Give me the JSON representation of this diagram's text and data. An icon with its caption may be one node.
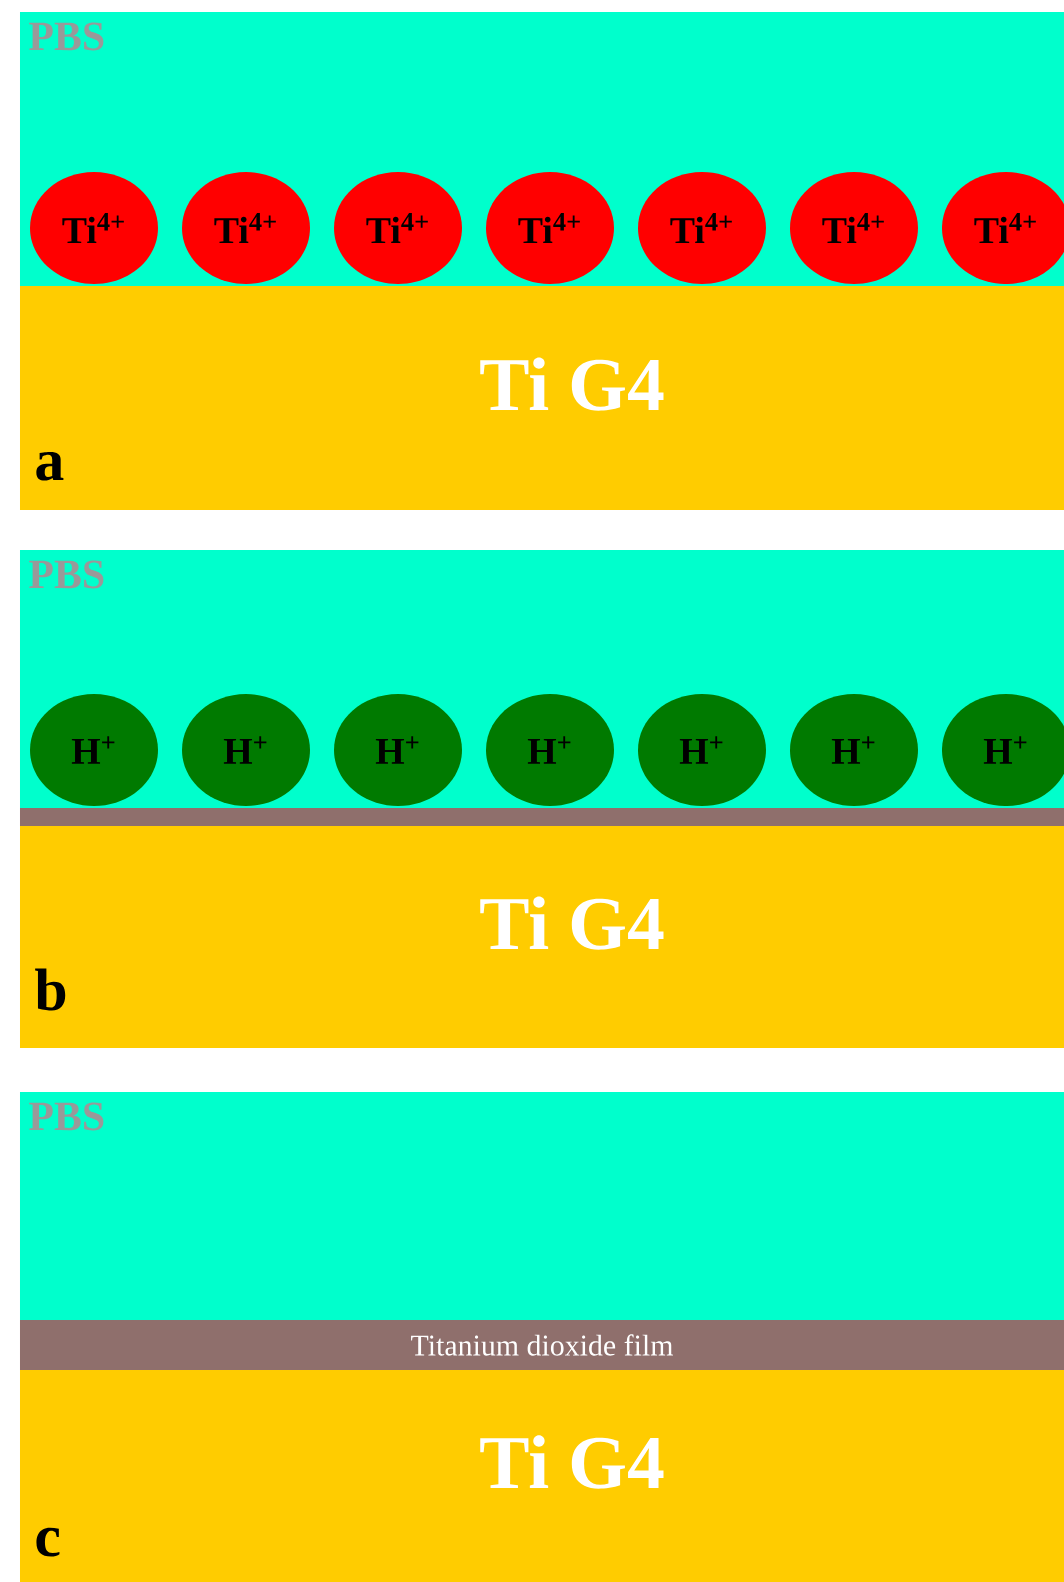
{
  "diagram": {
    "nodes": [
      {
        "text": [
          "PBS"
        ]
      },
      {
        "text": [
          "Ti$^{4+}$"
        ],
        "in": 0
      },
      {
        "text": [
          "Ti$^{4+}$"
        ],
        "in": 0
      },
      {
        "text": [
          "Ti$^{4+}$"
        ],
        "in": 0
      },
      {
        "text": [
          "Ti$^{4+}$"
        ],
        "in": 0
      },
      {
        "text": [
          "Ti$^{4+}$"
        ],
        "in": 0
      },
      {
        "text": [
          "Ti$^{4+}$"
        ],
        "in": 0
      },
      {
        "text": [
          "Ti$^{4+}$"
        ],
        "in": 0
      },
      {
        "text": [
          "Ti G4"
        ]
      },
      {
        "text": [
          "PBS"
        ]
      },
      {
        "text": [
          "H$^{+}$"
        ],
        "in": 9
      },
      {
        "text": [
          "H$^{+}$"
        ],
        "in": 9
      },
      {
        "text": [
          "H$^{+}$"
        ],
        "in": 9
      },
      {
        "text": [
          "H$^{+}$"
        ],
        "in": 9
      },
      {
        "text": [
          "H$^{+}$"
        ],
        "in": 9
      },
      {
        "text": [
          "H$^{+}$"
        ],
        "in": 9
      },
      {
        "text": [
          "H$^{+}$"
        ],
        "in": 9
      },
      {
        "text": [],
        "shape": "bar"
      },
      {
        "text": [
          "Ti G4"
        ]
      },
      {
        "text": [
          "PBS"
        ]
      },
      {
        "text": [
          "Titanium dioxide film"
        ]
      },
      {
        "text": [
          "Ti G4"
        ]
      }
    ],
    "labels": [
      "a",
      "b",
      "c"
    ]
  }
}
